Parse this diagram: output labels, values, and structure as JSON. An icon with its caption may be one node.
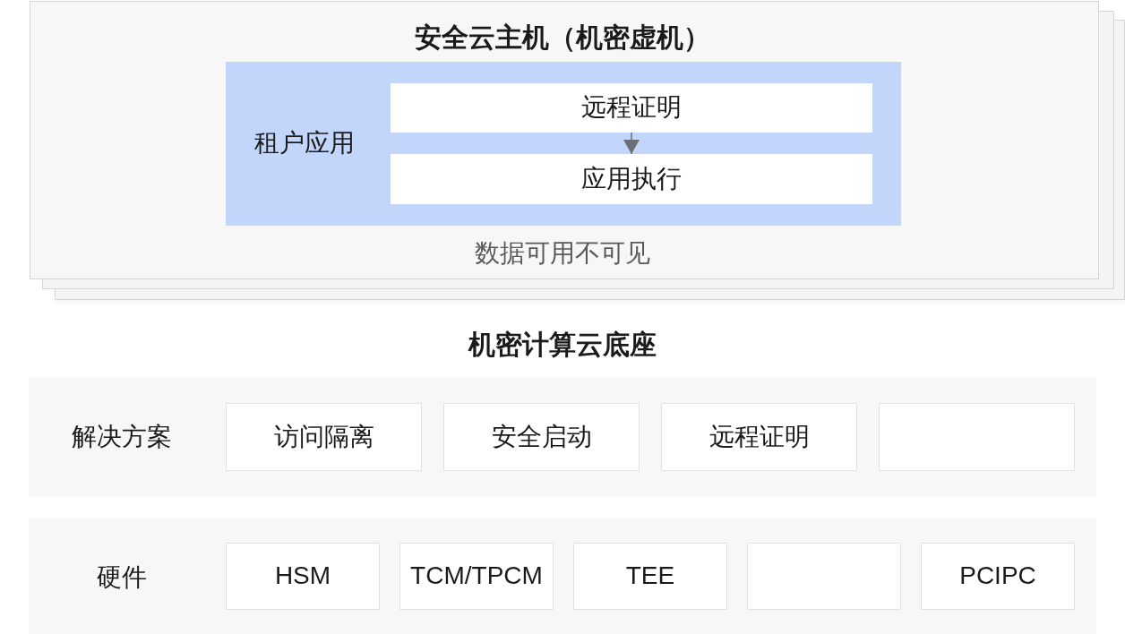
{
  "diagram": {
    "nodes": [
      {
        "text": [
          "安全云主机（机密虚机）",
          "数据可用不可见"
        ]
      },
      {
        "text": [
          "租户应用"
        ],
        "in": 0
      },
      {
        "text": [
          "远程证明"
        ],
        "in": 1
      },
      {
        "text": [
          "应用执行"
        ],
        "in": 1
      },
      {
        "text": [
          "解决方案"
        ]
      },
      {
        "text": [
          "访问隔离"
        ],
        "in": 4
      },
      {
        "text": [
          "安全启动"
        ],
        "in": 4
      },
      {
        "text": [
          "远程证明"
        ],
        "in": 4
      },
      {
        "text": [],
        "shape": "box",
        "in": 4
      },
      {
        "text": [
          "硬件"
        ]
      },
      {
        "text": [
          "HSM"
        ],
        "in": 9
      },
      {
        "text": [
          "TCM/TPCM"
        ],
        "in": 9
      },
      {
        "text": [
          "TEE"
        ],
        "in": 9
      },
      {
        "text": [],
        "shape": "box",
        "in": 9
      },
      {
        "text": [
          "PCIPC"
        ],
        "in": 9
      }
    ],
    "edges": [
      {
        "from": 2,
        "to": 3,
        "arrow": "to"
      }
    ],
    "labels": [
      "机密计算云底座"
    ]
  }
}
